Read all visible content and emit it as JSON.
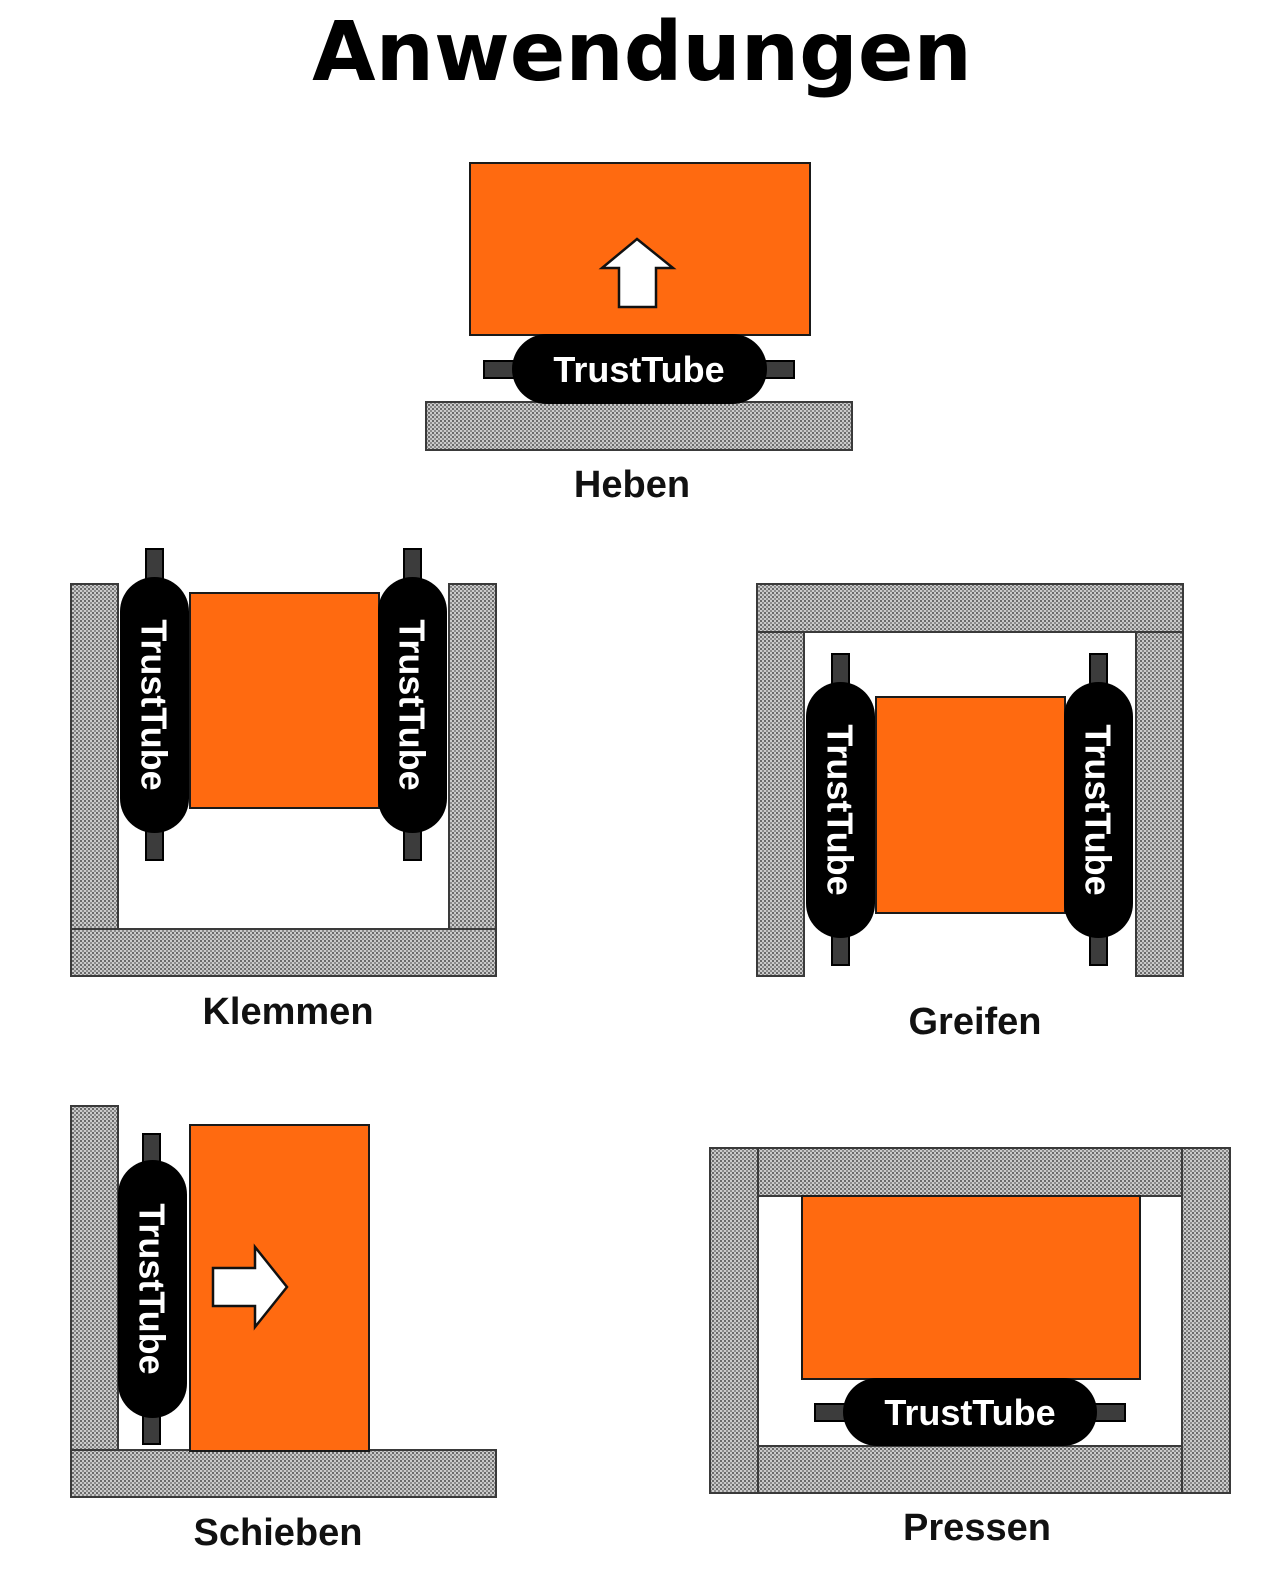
{
  "title": "Anwendungen",
  "tube_label": "TrustTube",
  "colors": {
    "block": "#ff6a10",
    "tube": "#000000",
    "wall_base": "#c8c8c8",
    "wall_dots": "#6e6e6e",
    "arrow": "#ffffff"
  },
  "applications": [
    {
      "id": "heben",
      "label": "Heben",
      "arrow": "up-arrow"
    },
    {
      "id": "klemmen",
      "label": "Klemmen"
    },
    {
      "id": "greifen",
      "label": "Greifen"
    },
    {
      "id": "schieben",
      "label": "Schieben",
      "arrow": "right-arrow"
    },
    {
      "id": "pressen",
      "label": "Pressen"
    }
  ]
}
